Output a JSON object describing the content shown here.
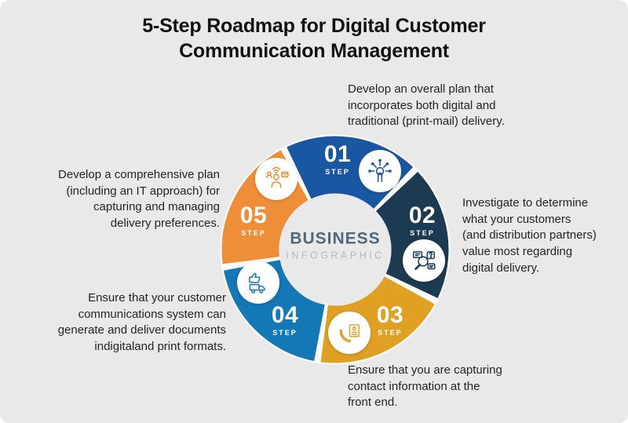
{
  "title": "5-Step Roadmap for Digital Customer\nCommunication Management",
  "center": {
    "line1": "BUSINESS",
    "line2": "INFOGRAPHIC"
  },
  "colors": {
    "background": "#e9e9e9",
    "center_title": "#51677c",
    "center_subtitle": "#b5babe",
    "text": "#242424"
  },
  "steps": [
    {
      "number": "01",
      "label": "STEP",
      "color": "#1a57a3",
      "icon": "touch-network-icon",
      "description": "Develop an overall plan that\nincorporates both digital and\ntraditional (print-mail) delivery."
    },
    {
      "number": "02",
      "label": "STEP",
      "color": "#1c3a52",
      "icon": "research-icon",
      "description": "Investigate to determine\nwhat your customers\n(and distribution partners)\nvalue most regarding\ndigital delivery."
    },
    {
      "number": "03",
      "label": "STEP",
      "color": "#dfa024",
      "icon": "phone-contact-card-icon",
      "description": "Ensure that you are capturing\ncontact information at the\nfront end."
    },
    {
      "number": "04",
      "label": "STEP",
      "color": "#1478b7",
      "icon": "thumbs-up-truck-icon",
      "description": "Ensure that your customer\ncommunications system can\ngenerate and deliver documents\nindigitaland print formats."
    },
    {
      "number": "05",
      "label": "STEP",
      "color": "#ef8e38",
      "icon": "person-communication-icon",
      "description": "Develop a comprehensive plan\n(including an IT approach) for\ncapturing and managing\ndelivery preferences."
    }
  ]
}
